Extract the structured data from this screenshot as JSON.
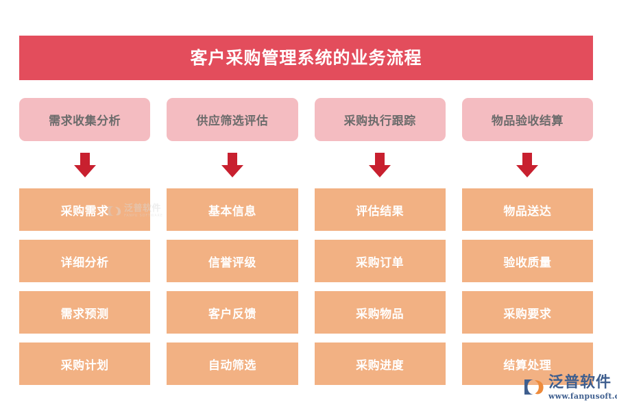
{
  "title": {
    "text": "客户采购管理系统的业务流程",
    "background_color": "#E34D5C",
    "text_color": "#FFFFFF"
  },
  "colors": {
    "banner_red": "#E34D5C",
    "header_pink": "#F4BCC1",
    "header_text_gray": "#6B6B6B",
    "step_orange": "#F2B183",
    "step_text_white": "#FFFFFF",
    "arrow_red": "#C8202F",
    "logo_blue": "#3E5E8E",
    "logo_orange": "#EE8B3B",
    "page_background": "#FFFFFF"
  },
  "arrow": {
    "icon": "arrow-down-icon",
    "color": "#C8202F"
  },
  "columns": [
    {
      "header": "需求收集分析",
      "steps": [
        "采购需求",
        "详细分析",
        "需求预测",
        "采购计划"
      ]
    },
    {
      "header": "供应筛选评估",
      "steps": [
        "基本信息",
        "信誉评级",
        "客户反馈",
        "自动筛选"
      ]
    },
    {
      "header": "采购执行跟踪",
      "steps": [
        "评估结果",
        "采购订单",
        "采购物品",
        "采购进度"
      ]
    },
    {
      "header": "物品验收结算",
      "steps": [
        "物品送达",
        "验收质量",
        "采购要求",
        "结算处理"
      ]
    }
  ],
  "watermark": {
    "name_cn": "泛普软件",
    "name_en": "FANPU SOFTWARE"
  },
  "brand_logo": {
    "name_cn": "泛普软件",
    "url": "www.fanpusoft.com"
  }
}
